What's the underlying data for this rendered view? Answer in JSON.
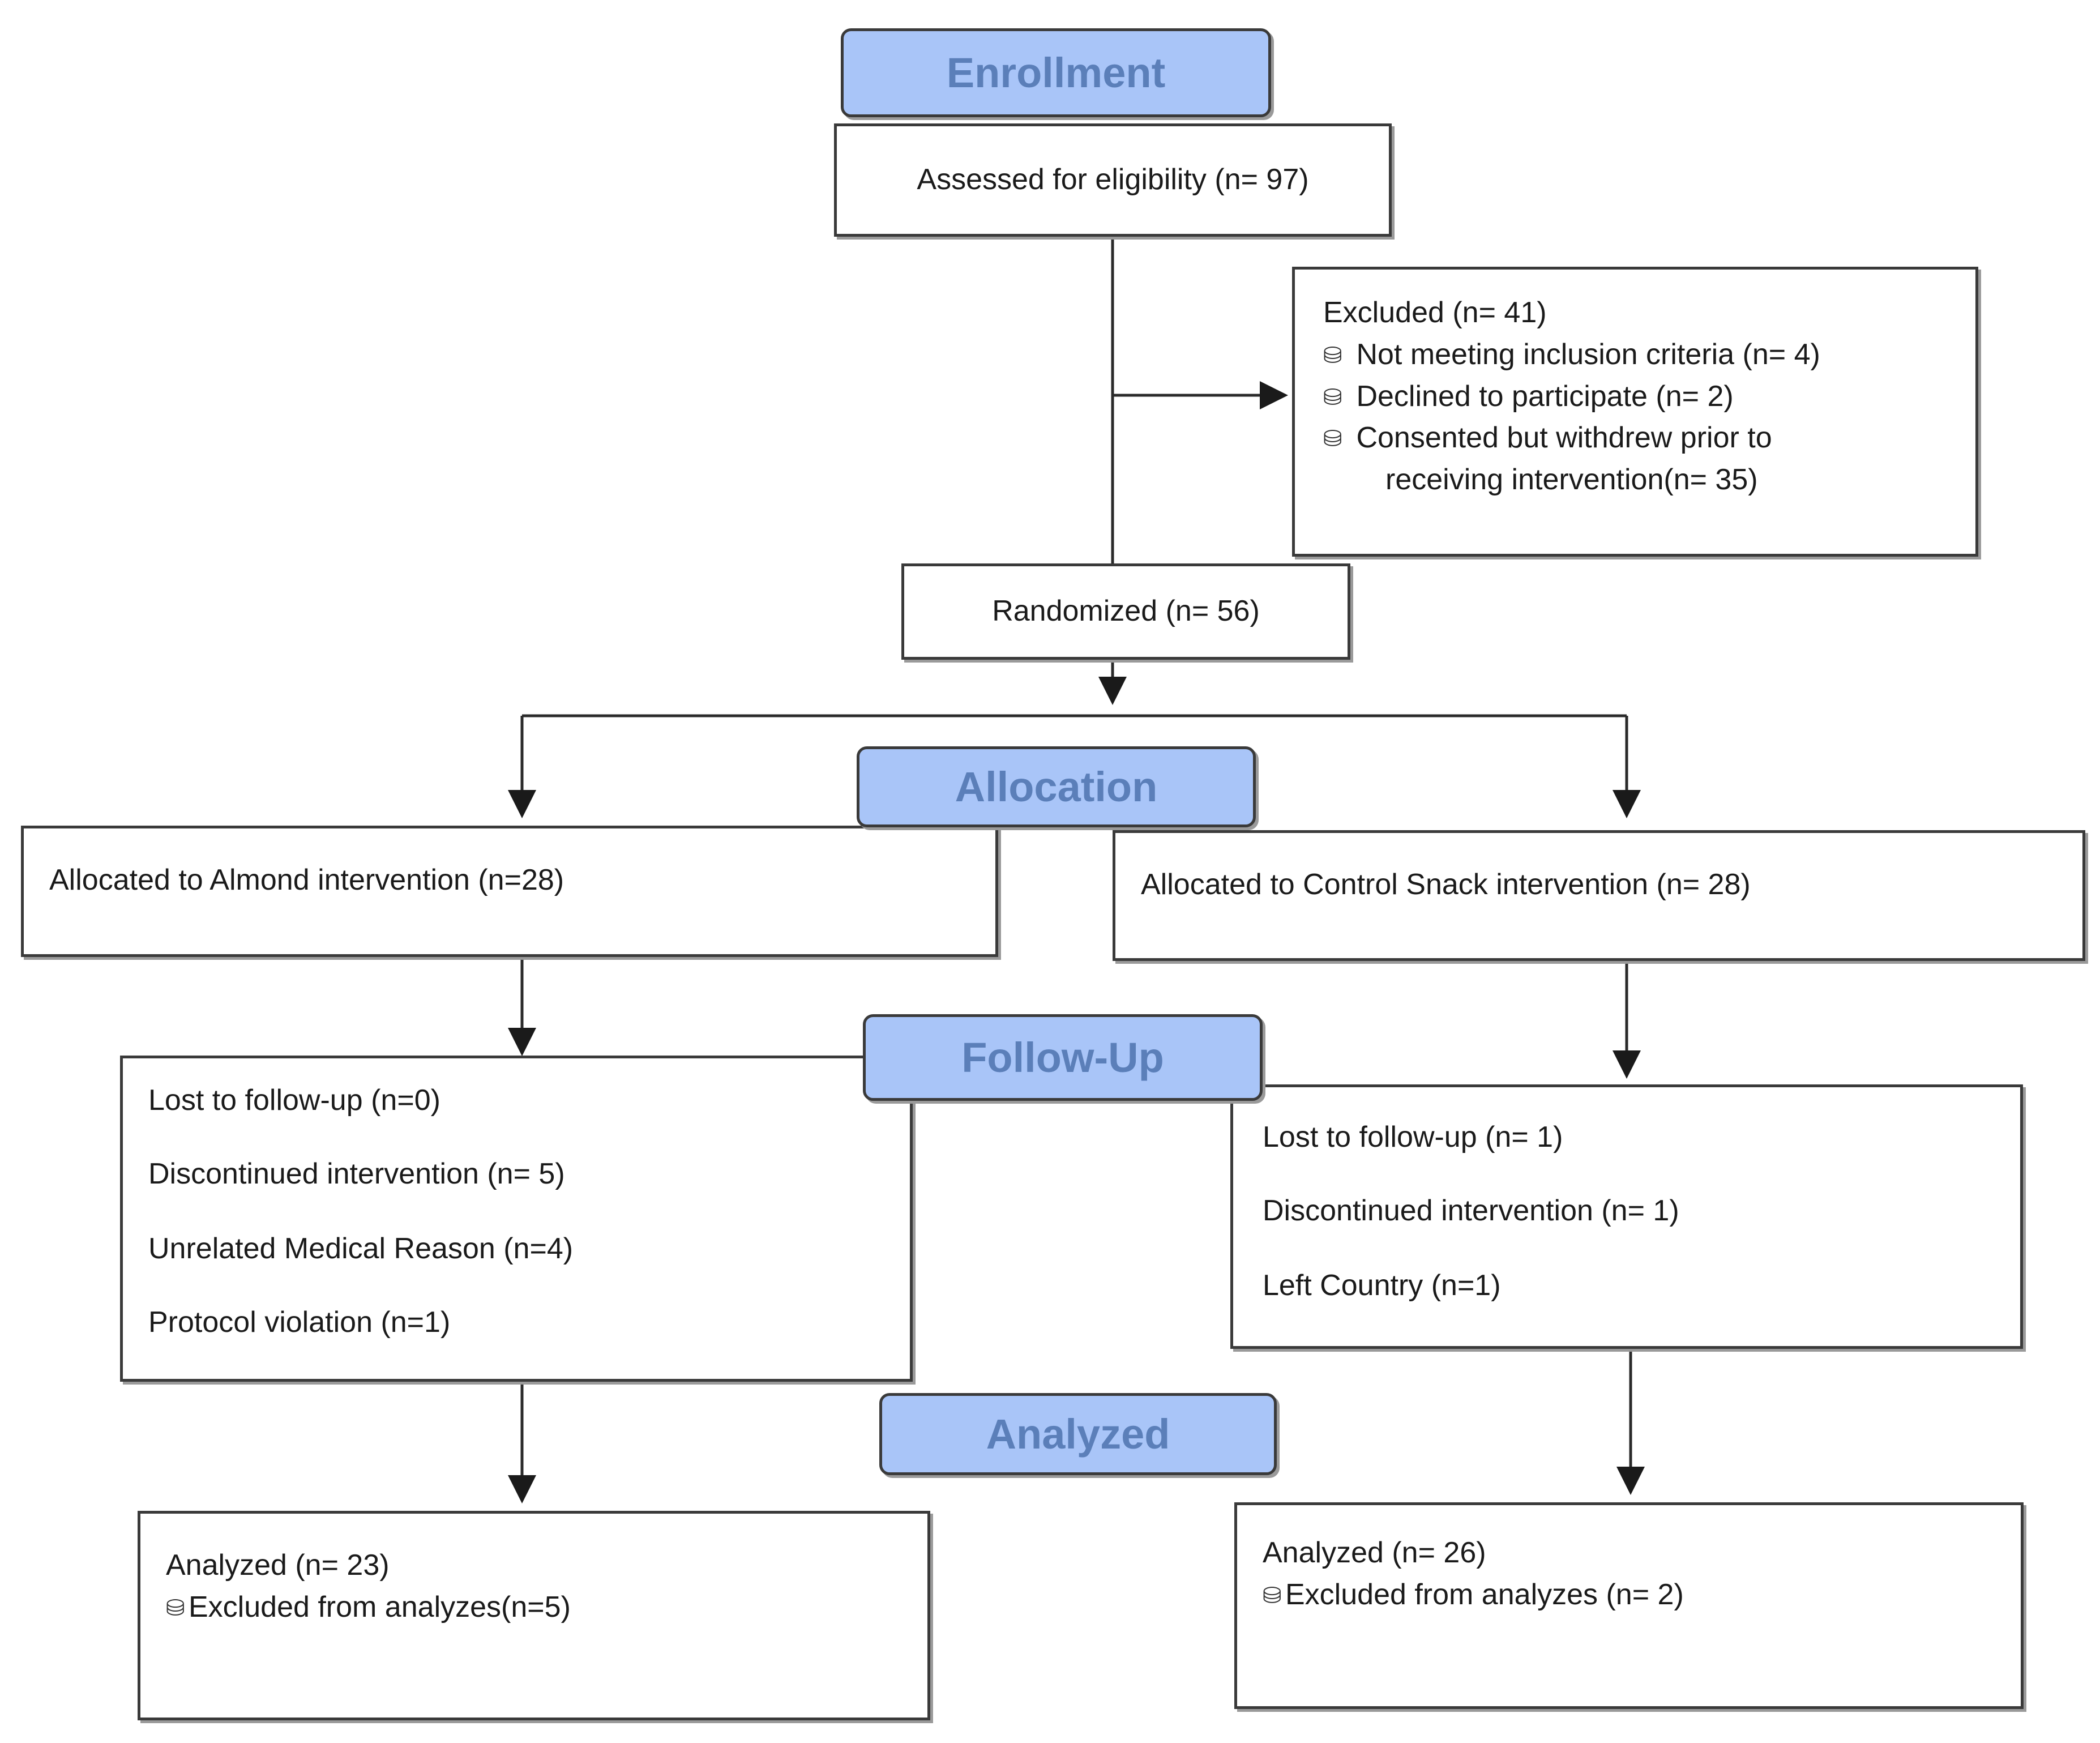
{
  "stages": {
    "enrollment": "Enrollment",
    "allocation": "Allocation",
    "follow_up": "Follow-Up",
    "analyzed": "Analyzed"
  },
  "assessed": "Assessed for eligibility (n= 97)",
  "excluded": {
    "title": "Excluded (n= 41)",
    "items": [
      "Not meeting inclusion criteria (n= 4)",
      "Declined to participate (n= 2)",
      "Consented but withdrew prior to"
    ],
    "continuation": "receiving intervention(n= 35)",
    "bullet_icon": "checklist-icon"
  },
  "randomized": "Randomized (n= 56)",
  "allocated": {
    "almond": "Allocated to Almond intervention (n=28)",
    "control": "Allocated to Control Snack intervention (n= 28)"
  },
  "followup": {
    "almond": [
      "Lost to follow-up (n=0)",
      "Discontinued intervention (n= 5)",
      "Unrelated Medical Reason (n=4)",
      "Protocol violation (n=1)"
    ],
    "control": [
      "Lost to follow-up (n= 1)",
      "Discontinued intervention (n= 1)",
      "Left Country (n=1)"
    ]
  },
  "analyzed": {
    "almond": {
      "title": "Analyzed (n= 23)",
      "excluded": "Excluded from analyzes(n=5)"
    },
    "control": {
      "title": "Analyzed (n= 26)",
      "excluded": "Excluded from analyzes (n= 2)"
    }
  },
  "colors": {
    "stage_fill": "#a9c5f8",
    "stage_text": "#5b7fb9",
    "line": "#2a2a2a"
  }
}
